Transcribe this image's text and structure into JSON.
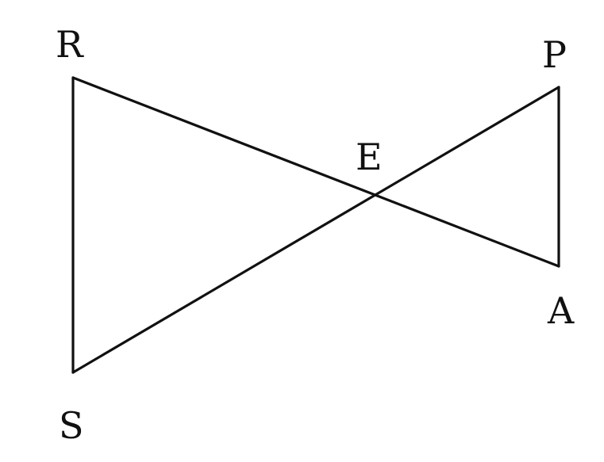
{
  "diagram": {
    "points": {
      "R": {
        "label": "R"
      },
      "S": {
        "label": "S"
      },
      "E": {
        "label": "E"
      },
      "P": {
        "label": "P"
      },
      "A": {
        "label": "A"
      }
    },
    "segments": [
      [
        "R",
        "S"
      ],
      [
        "R",
        "A"
      ],
      [
        "S",
        "P"
      ],
      [
        "P",
        "A"
      ]
    ],
    "colors": {
      "stroke": "#111111",
      "background": "#ffffff"
    }
  }
}
